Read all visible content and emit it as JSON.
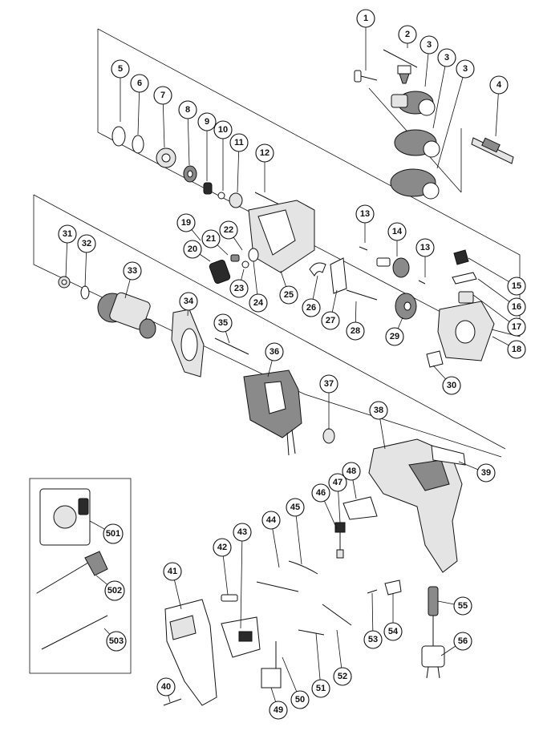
{
  "diagram": {
    "type": "exploded-parts-view",
    "part_labels": [
      "1",
      "2",
      "3",
      "3",
      "3",
      "4",
      "5",
      "6",
      "7",
      "8",
      "9",
      "10",
      "11",
      "12",
      "13",
      "13",
      "14",
      "15",
      "16",
      "17",
      "18",
      "19",
      "20",
      "21",
      "22",
      "23",
      "24",
      "25",
      "26",
      "27",
      "28",
      "29",
      "30",
      "31",
      "32",
      "33",
      "34",
      "35",
      "36",
      "37",
      "38",
      "39",
      "40",
      "41",
      "42",
      "43",
      "44",
      "45",
      "46",
      "47",
      "48",
      "49",
      "50",
      "51",
      "52",
      "53",
      "54",
      "55",
      "56"
    ],
    "accessory_labels": [
      "501",
      "502",
      "503"
    ]
  }
}
